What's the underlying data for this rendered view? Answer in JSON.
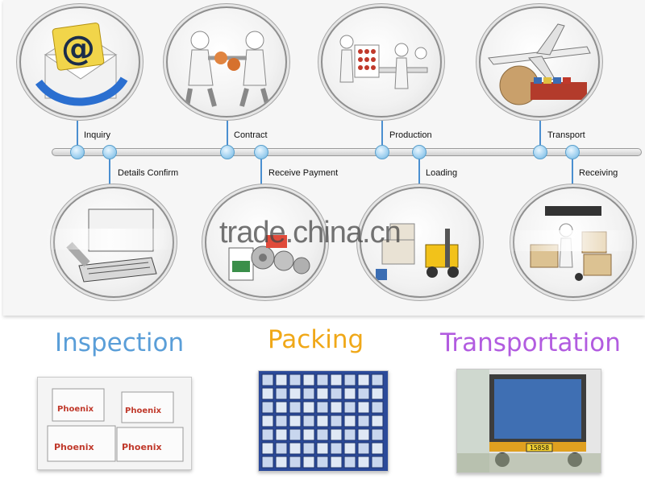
{
  "timeline": {
    "top_steps": [
      {
        "label": "Inquiry",
        "icon": "email-icon"
      },
      {
        "label": "Contract",
        "icon": "handshake-icon"
      },
      {
        "label": "Production",
        "icon": "production-icon"
      },
      {
        "label": "Transport",
        "icon": "airplane-ship-icon"
      }
    ],
    "bottom_steps": [
      {
        "label": "Details Confirm",
        "icon": "computer-keyboard-icon"
      },
      {
        "label": "Receive Payment",
        "icon": "coins-icon"
      },
      {
        "label": "Loading",
        "icon": "forklift-icon"
      },
      {
        "label": "Receiving",
        "icon": "boxes-trolley-icon"
      }
    ],
    "accent_color": "#4b8fd0"
  },
  "watermark": "trade.china.cn",
  "sections": [
    {
      "title": "Inspection",
      "color": "#5a9ed8"
    },
    {
      "title": "Packing",
      "color": "#f0a818"
    },
    {
      "title": "Transportation",
      "color": "#b25ce0"
    }
  ],
  "photos": {
    "inspection_brand": "Phoenix",
    "truck_plate": "15858"
  }
}
